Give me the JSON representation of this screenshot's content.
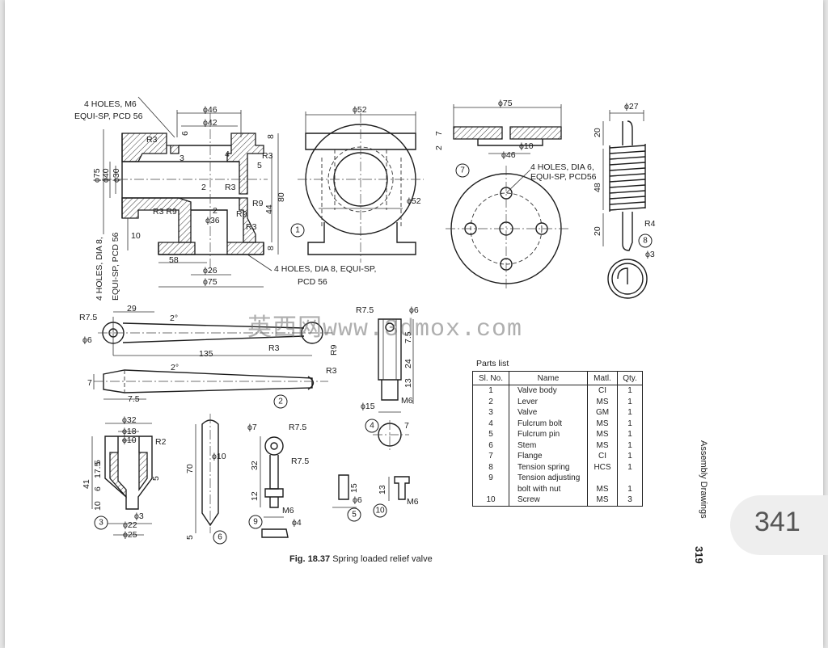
{
  "drawing": {
    "valve_body_notes": {
      "holes_m6": "4 HOLES, M6",
      "equi_sp_pcd56": "EQUI-SP, PCD 56",
      "holes_dia8_vert": "4 HOLES, DIA 8,",
      "equi_sp_pcd56_vert": "EQUI-SP, PCD 56",
      "holes_dia8": "4 HOLES, DIA 8, EQUI-SP,",
      "pcd56": "PCD 56"
    },
    "valve_body_dims": [
      "ϕ46",
      "ϕ42",
      "6",
      "8",
      "R3",
      "R3",
      "3",
      "4",
      "5",
      "ϕ75",
      "ϕ40",
      "ϕ30",
      "2",
      "R3",
      "R9",
      "R3 R9",
      "2",
      "ϕ36",
      "R9",
      "R3",
      "80",
      "44",
      "10",
      "58",
      "8",
      "ϕ26",
      "ϕ75",
      "ϕ52"
    ],
    "flange_dims": [
      "ϕ75",
      "7",
      "2",
      "ϕ10",
      "ϕ46"
    ],
    "flange_note": [
      "4 HOLES, DIA 6,",
      "EQUI-SP, PCD56"
    ],
    "spring_dims": [
      "ϕ27",
      "20",
      "48",
      "20",
      "R4",
      "ϕ3"
    ],
    "lever_dims": [
      "R7.5",
      "29",
      "2°",
      "ϕ6",
      "135",
      "R3",
      "R9",
      "R7.5",
      "7",
      "2°",
      "R3",
      "7.5"
    ],
    "stem_dims": [
      "ϕ6",
      "7.5",
      "24",
      "13",
      "M6",
      "ϕ15"
    ],
    "fulcrum_dims": [
      "7"
    ],
    "valve_dims": [
      "ϕ32",
      "ϕ18",
      "ϕ10",
      "R2",
      "41",
      "17.5",
      "5",
      "5",
      "6",
      "10",
      "ϕ3",
      "ϕ22",
      "ϕ25"
    ],
    "pin_dims": [
      "ϕ10",
      "70",
      "5"
    ],
    "adjust_dims": [
      "ϕ7",
      "R7.5",
      "32",
      "R7.5",
      "12",
      "M6",
      "ϕ4"
    ],
    "screw_dims": [
      "15",
      "ϕ6",
      "13",
      "M6"
    ],
    "callouts": [
      "1",
      "7",
      "8",
      "2",
      "4",
      "3",
      "6",
      "9",
      "5",
      "10"
    ]
  },
  "watermark": "英西网www.3dmox.com",
  "parts_list": {
    "title": "Parts list",
    "headers": [
      "Sl. No.",
      "Name",
      "Matl.",
      "Qty."
    ],
    "rows": [
      [
        "1",
        "Valve body",
        "CI",
        "1"
      ],
      [
        "2",
        "Lever",
        "MS",
        "1"
      ],
      [
        "3",
        "Valve",
        "GM",
        "1"
      ],
      [
        "4",
        "Fulcrum bolt",
        "MS",
        "1"
      ],
      [
        "5",
        "Fulcrum pin",
        "MS",
        "1"
      ],
      [
        "6",
        "Stem",
        "MS",
        "1"
      ],
      [
        "7",
        "Flange",
        "CI",
        "1"
      ],
      [
        "8",
        "Tension spring",
        "HCS",
        "1"
      ],
      [
        "9",
        "Tension adjusting",
        "",
        ""
      ],
      [
        "",
        "bolt with nut",
        "MS",
        "1"
      ],
      [
        "10",
        "Screw",
        "MS",
        "3"
      ]
    ]
  },
  "caption": {
    "fig": "Fig. 18.37",
    "text": "Spring loaded relief valve"
  },
  "chapter": "Assembly Drawings",
  "book_page": "319",
  "viewer_page": "341"
}
